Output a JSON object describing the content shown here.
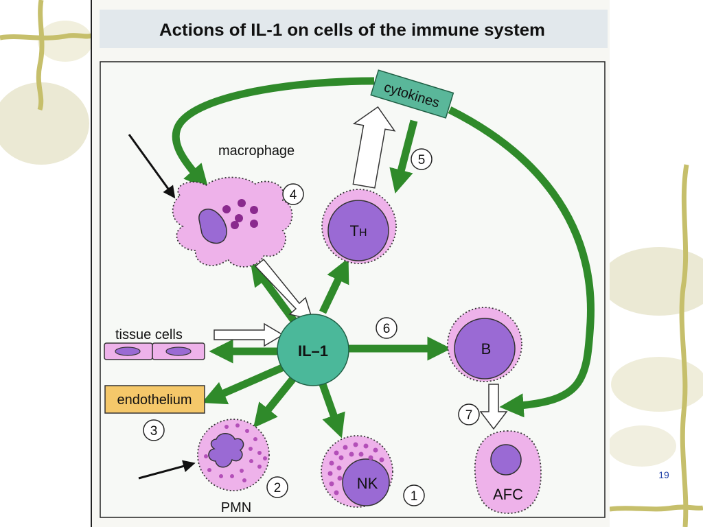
{
  "title": "Actions of IL-1 on cells of the immune system",
  "center": "IL–1",
  "labels": {
    "cytokines": "cytokines",
    "macrophage": "macrophage",
    "tissue_cells": "tissue cells",
    "endothelium": "endothelium",
    "pmn": "PMN",
    "th_main": "T",
    "th_sub": "H",
    "b": "B",
    "nk": "NK",
    "afc": "AFC"
  },
  "numbers": {
    "n1": "1",
    "n2": "2",
    "n3": "3",
    "n4": "4",
    "n5": "5",
    "n6": "6",
    "n7": "7"
  },
  "slide_number": "19",
  "colors": {
    "green_arrow": "#2f8a2a",
    "il1_fill": "#4bb89a",
    "cell_pink": "#eeb2ea",
    "nucleus_purple": "#9a6ad4",
    "endothelium_fill": "#f5c86a",
    "slide_vine": "#c8c47a"
  }
}
